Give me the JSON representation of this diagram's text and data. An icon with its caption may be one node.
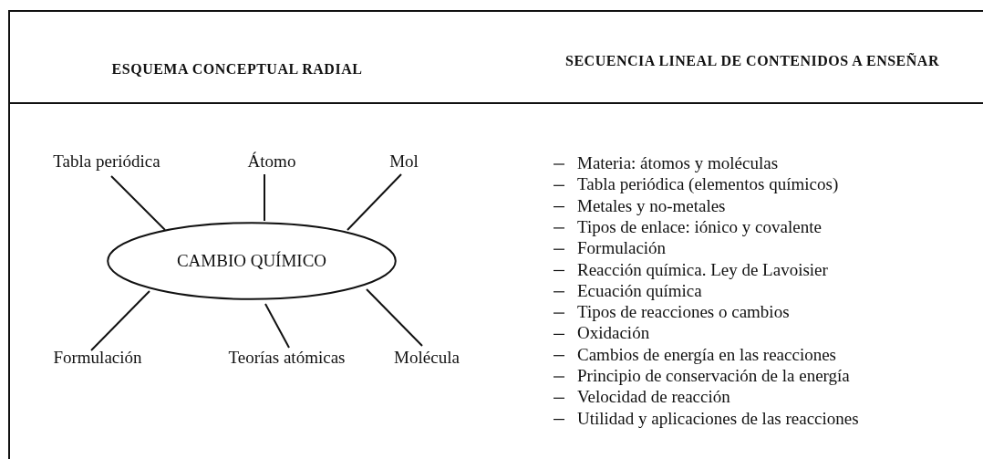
{
  "diagram": {
    "nodes": [
      {
        "text": [
          "Tabla periódica"
        ]
      },
      {
        "text": [
          "Átomo"
        ]
      },
      {
        "text": [
          "Mol"
        ]
      },
      {
        "text": [
          "CAMBIO QUÍMICO"
        ]
      },
      {
        "text": [
          "Formulación"
        ]
      },
      {
        "text": [
          "Teorías atómicas"
        ]
      },
      {
        "text": [
          "Molécula"
        ]
      }
    ],
    "edges": [
      {
        "from": 3,
        "to": 0,
        "arrow": "none"
      },
      {
        "from": 3,
        "to": 1,
        "arrow": "none"
      },
      {
        "from": 3,
        "to": 2,
        "arrow": "none"
      },
      {
        "from": 3,
        "to": 4,
        "arrow": "none"
      },
      {
        "from": 3,
        "to": 5,
        "arrow": "none"
      },
      {
        "from": 3,
        "to": 6,
        "arrow": "none"
      }
    ],
    "labels": [
      "ESQUEMA CONCEPTUAL RADIAL",
      "SECUENCIA LINEAL DE CONTENIDOS A ENSEÑAR",
      "Materia: átomos y moléculas",
      "Tabla periódica (elementos químicos)",
      "Metales y no-metales",
      "Tipos de enlace: iónico y covalente",
      "Formulación",
      "Reacción química. Ley de Lavoisier",
      "Ecuación química",
      "Tipos de reacciones o cambios",
      "Oxidación",
      "Cambios de energía en las reacciones",
      "Principio de conservación de la energía",
      "Velocidad de reacción",
      "Utilidad y aplicaciones de las reacciones"
    ]
  }
}
